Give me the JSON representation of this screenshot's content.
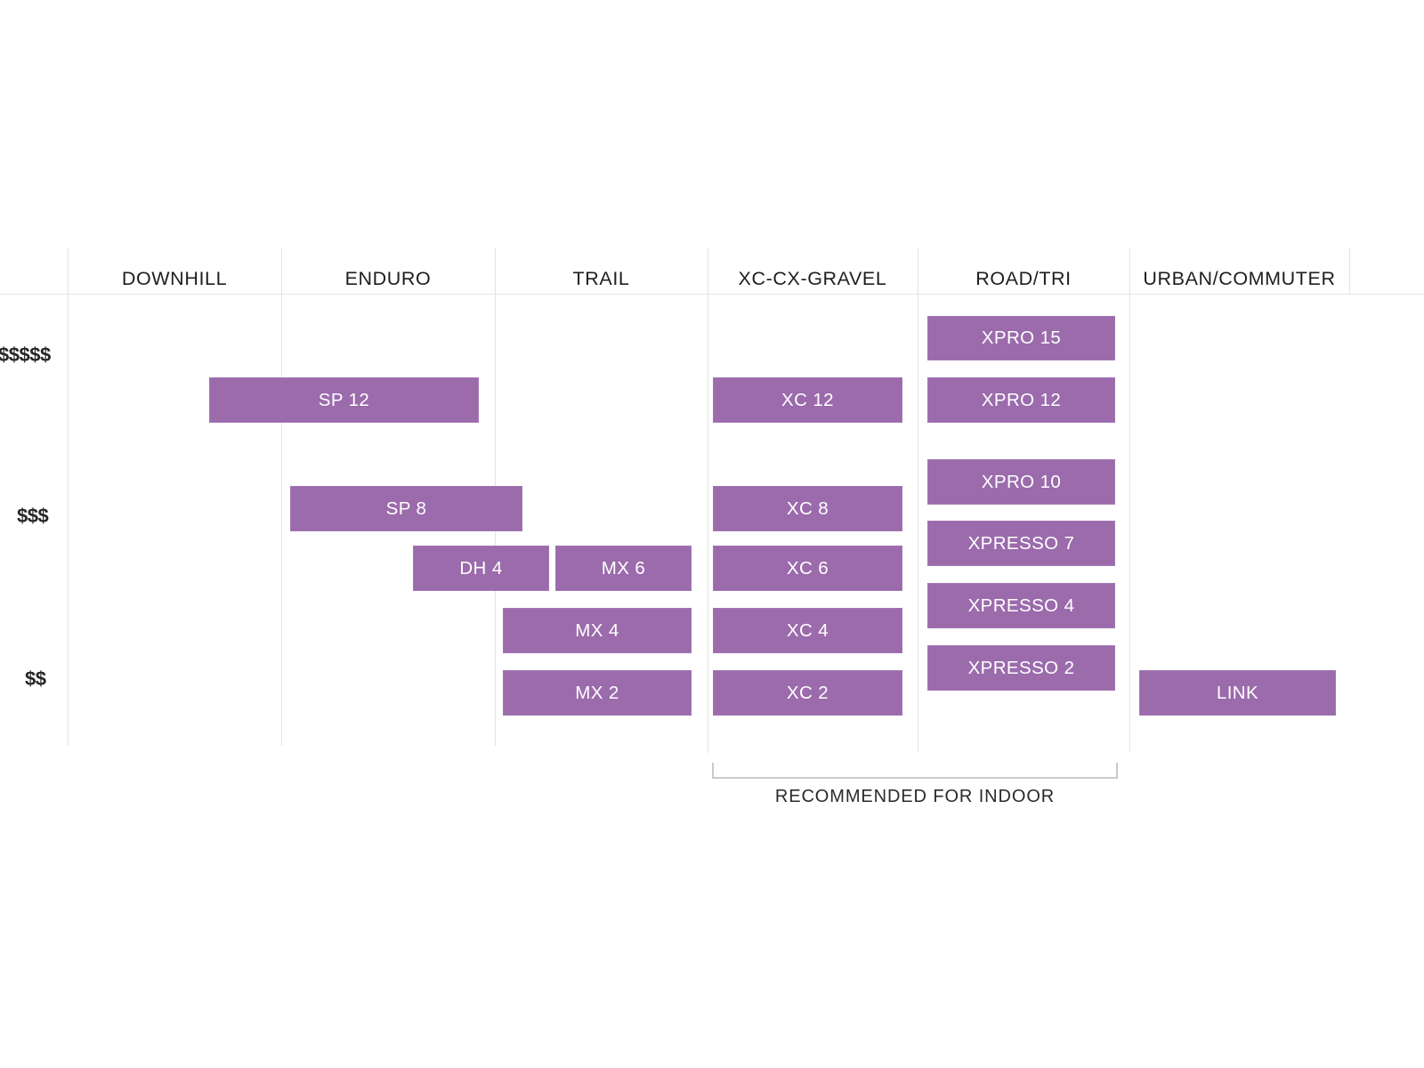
{
  "chart_data": {
    "type": "bar",
    "title": "",
    "subtitle": "",
    "xlabel": "",
    "ylabel": "",
    "orientation": "horizontal-matrix",
    "grid": true,
    "legend_position": "none",
    "accent_color": "#9b6bac",
    "grid_color": "#e3e3e3",
    "text_color": "#1e1e1e",
    "categories": [
      "DOWNHILL",
      "ENDURO",
      "TRAIL",
      "XC-CX-GRAVEL",
      "ROAD/TRI",
      "URBAN/COMMUTER"
    ],
    "price_tiers": [
      "$$$$$",
      "$$$",
      "$$"
    ],
    "series": [
      {
        "name": "DOWNHILL",
        "values": [
          {
            "label": "SP 12",
            "price_tier": "$$$$$",
            "row": 1
          }
        ]
      },
      {
        "name": "ENDURO",
        "values": [
          {
            "label": "SP 12",
            "price_tier": "$$$$$",
            "row": 1
          },
          {
            "label": "SP 8",
            "price_tier": "$$$",
            "row": 2
          },
          {
            "label": "DH 4",
            "price_tier": "$$$",
            "row": 3
          }
        ]
      },
      {
        "name": "TRAIL",
        "values": [
          {
            "label": "DH 4",
            "price_tier": "$$$",
            "row": 3
          },
          {
            "label": "MX 6",
            "price_tier": "$$$",
            "row": 3
          },
          {
            "label": "MX 4",
            "price_tier": "$$$",
            "row": 4
          },
          {
            "label": "MX 2",
            "price_tier": "$$",
            "row": 5
          }
        ]
      },
      {
        "name": "XC-CX-GRAVEL",
        "values": [
          {
            "label": "XC 12",
            "price_tier": "$$$$$",
            "row": 1
          },
          {
            "label": "XC 8",
            "price_tier": "$$$",
            "row": 2
          },
          {
            "label": "XC 6",
            "price_tier": "$$$",
            "row": 3
          },
          {
            "label": "XC 4",
            "price_tier": "$$$",
            "row": 4
          },
          {
            "label": "XC 2",
            "price_tier": "$$",
            "row": 5
          }
        ]
      },
      {
        "name": "ROAD/TRI",
        "values": [
          {
            "label": "XPRO 15",
            "price_tier": "$$$$$",
            "row": 0
          },
          {
            "label": "XPRO 12",
            "price_tier": "$$$$$",
            "row": 1
          },
          {
            "label": "XPRO 10",
            "price_tier": "$$$",
            "row": 2
          },
          {
            "label": "XPRESSO 7",
            "price_tier": "$$$",
            "row": 3
          },
          {
            "label": "XPRESSO 4",
            "price_tier": "$$$",
            "row": 4
          },
          {
            "label": "XPRESSO 2",
            "price_tier": "$$",
            "row": 5
          }
        ]
      },
      {
        "name": "URBAN/COMMUTER",
        "values": [
          {
            "label": "LINK",
            "price_tier": "$$",
            "row": 5
          }
        ]
      }
    ],
    "annotations": [
      {
        "text": "RECOMMENDED FOR INDOOR",
        "spans_columns": [
          "XC-CX-GRAVEL",
          "ROAD/TRI"
        ]
      }
    ]
  },
  "headers": {
    "downhill": "DOWNHILL",
    "enduro": "ENDURO",
    "trail": "TRAIL",
    "xc_cx_gravel": "XC-CX-GRAVEL",
    "road_tri": "ROAD/TRI",
    "urban_commuter": "URBAN/COMMUTER"
  },
  "price_axis": {
    "tier_high": "$$$$$",
    "tier_mid": "$$$",
    "tier_low": "$$"
  },
  "bars": {
    "sp12": "SP 12",
    "sp8": "SP 8",
    "dh4": "DH 4",
    "mx6": "MX 6",
    "mx4": "MX 4",
    "mx2": "MX 2",
    "xc12": "XC 12",
    "xc8": "XC 8",
    "xc6": "XC 6",
    "xc4": "XC 4",
    "xc2": "XC 2",
    "xpro15": "XPRO 15",
    "xpro12": "XPRO 12",
    "xpro10": "XPRO 10",
    "xpresso7": "XPRESSO 7",
    "xpresso4": "XPRESSO 4",
    "xpresso2": "XPRESSO 2",
    "link": "LINK"
  },
  "annotation": {
    "indoor_label": "RECOMMENDED FOR INDOOR"
  }
}
